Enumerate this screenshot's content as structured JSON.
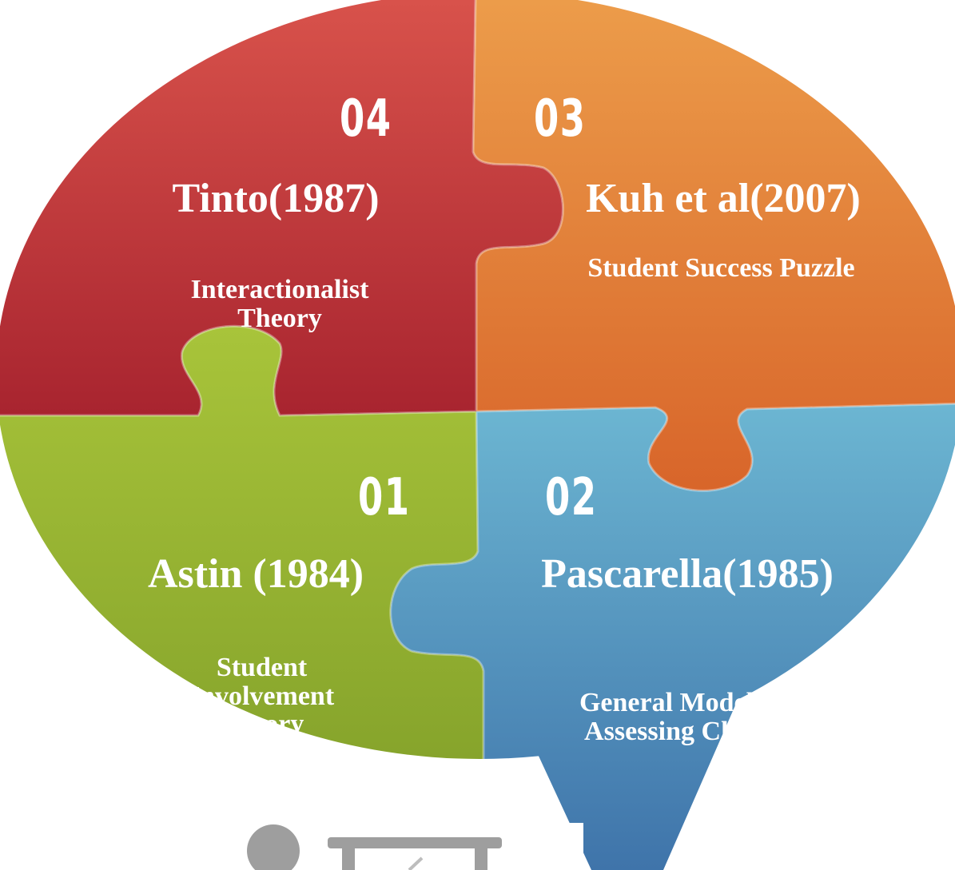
{
  "pieces": [
    {
      "id": "04",
      "number": "04",
      "title": "Tinto(1987)",
      "subtitle": "Interactionalist Theory",
      "color": "#b8303a"
    },
    {
      "id": "03",
      "number": "03",
      "title": "Kuh et al(2007)",
      "subtitle": "Student Success Puzzle",
      "color": "#e0782e"
    },
    {
      "id": "01",
      "number": "01",
      "title": "Astin (1984)",
      "subtitle": "Student Involvement Theory",
      "color": "#8fb02c"
    },
    {
      "id": "02",
      "number": "02",
      "title": "Pascarella(1985)",
      "subtitle": "General Model for Assessing Change",
      "color": "#4d8fc0"
    }
  ],
  "icons": [
    "person-icon",
    "presentation-board-icon"
  ]
}
